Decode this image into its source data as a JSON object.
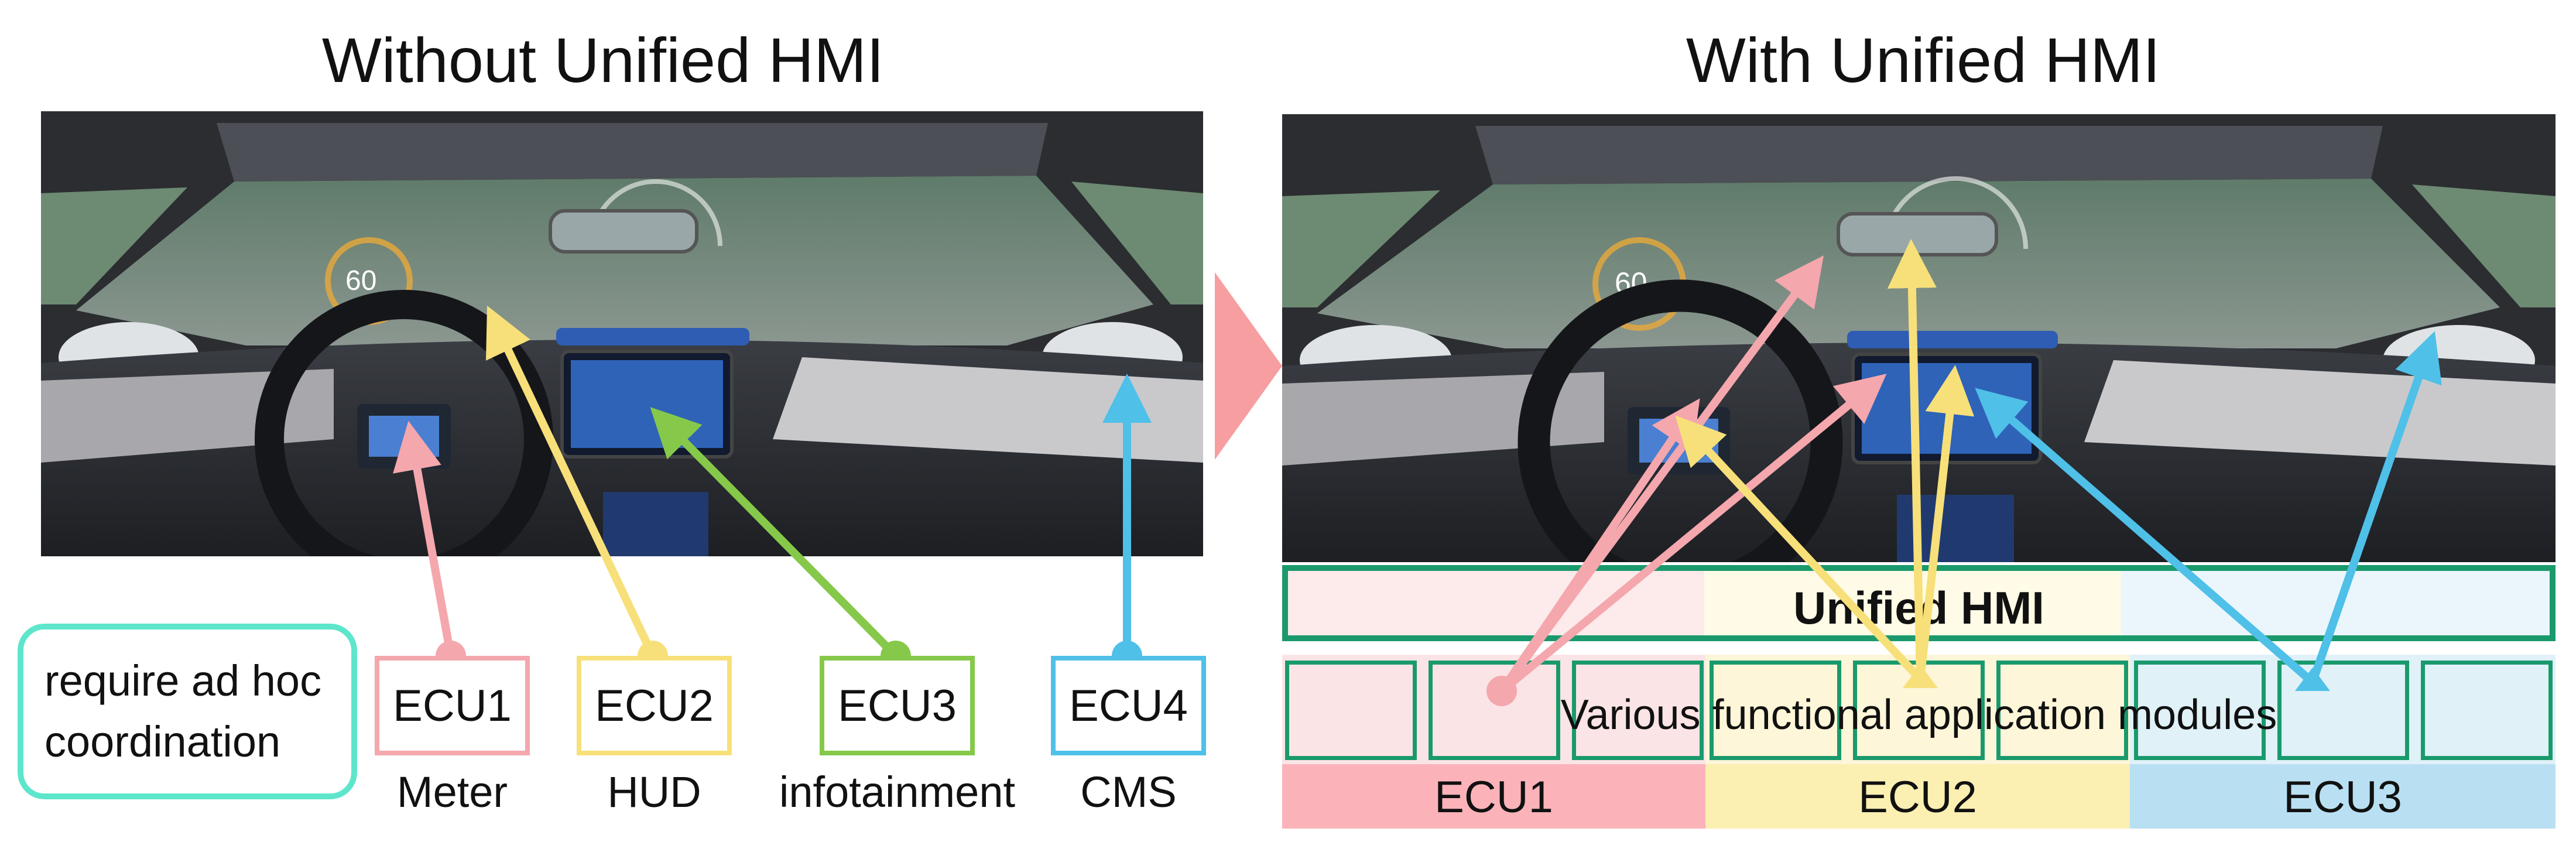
{
  "left": {
    "title": "Without Unified HMI",
    "coordination_text": "require ad hoc coordination",
    "ecus": [
      {
        "label": "ECU1",
        "caption": "Meter",
        "color": "#f4a7ad"
      },
      {
        "label": "ECU2",
        "caption": "HUD",
        "color": "#f7e07a"
      },
      {
        "label": "ECU3",
        "caption": "infotainment",
        "color": "#86c84a"
      },
      {
        "label": "ECU4",
        "caption": "CMS",
        "color": "#4fc0e8"
      }
    ]
  },
  "right": {
    "title": "With Unified HMI",
    "unified_label": "Unified HMI",
    "modules_label": "Various functional application modules",
    "ecu_bands": [
      {
        "label": "ECU1",
        "color": "#fbb3b9"
      },
      {
        "label": "ECU2",
        "color": "#fbefb2"
      },
      {
        "label": "ECU3",
        "color": "#b9e0f2"
      }
    ],
    "accent_color": "#1a9a6c"
  },
  "arrow_color": "#f79ea0"
}
